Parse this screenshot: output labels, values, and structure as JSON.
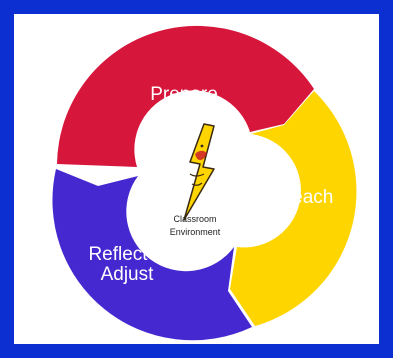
{
  "colors": {
    "border": "#0b2fd0",
    "background": "#ffffff",
    "prepare": "#d7163c",
    "teach": "#ffd500",
    "reflect": "#4528d0",
    "center": "#ffffff"
  },
  "stages": [
    {
      "id": "prepare",
      "label": "Prepare"
    },
    {
      "id": "teach",
      "label": "Teach"
    },
    {
      "id": "reflect",
      "line1": "Reflect &",
      "line2": "Adjust"
    }
  ],
  "center": {
    "line1": "Classroom",
    "line2": "Environment",
    "mascot": "lightning-bolt-mascot-icon"
  }
}
